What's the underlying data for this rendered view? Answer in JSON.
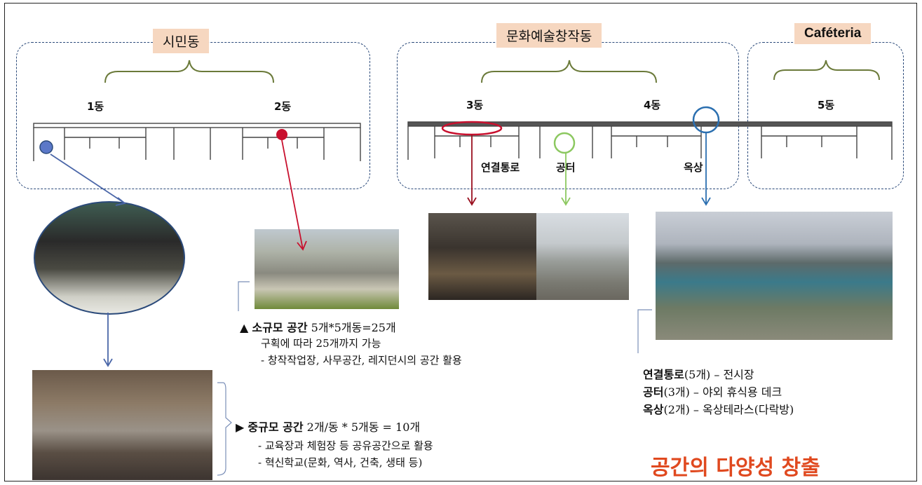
{
  "tags": {
    "civic": "시민동",
    "culture": "문화예술창작동",
    "cafe": "Caféteria"
  },
  "buildings": [
    "1동",
    "2동",
    "3동",
    "4동",
    "5동"
  ],
  "points": {
    "passage": "연결통로",
    "open_space": "공터",
    "rooftop": "옥상"
  },
  "small_space": {
    "marker": "▲",
    "title": "소규모 공간",
    "count": "5개*5개동=25개",
    "line1": "구획에 따라 25개까지 가능",
    "line2": "- 창작작업장, 사무공간, 레지던시의 공간 활용"
  },
  "medium_space": {
    "marker": "▶",
    "title": "중규모 공간",
    "count": "2개/동 * 5개동 = 10개",
    "line1": "- 교육장과 체험장 등 공유공간으로 활용",
    "line2": "- 혁신학교(문화, 역사, 건축, 생태 등)"
  },
  "uses": [
    {
      "name": "연결통로",
      "detail": "(5개) – 전시장"
    },
    {
      "name": "공터",
      "detail": "(3개) – 야외 휴식용 데크"
    },
    {
      "name": "옥상",
      "detail": "(2개) – 옥상테라스(다락방)"
    }
  ],
  "slogan": "공간의 다양성 창출",
  "colors": {
    "slogan": "#e0491f",
    "tag_bg": "#f6d7c0",
    "group_border": "#2b4a7a",
    "blue_marker": "#5b78c8",
    "red_marker": "#c8102e",
    "green_marker": "#8cc860",
    "teal_marker": "#2b6fb0",
    "brace": "#6b7a3a"
  }
}
